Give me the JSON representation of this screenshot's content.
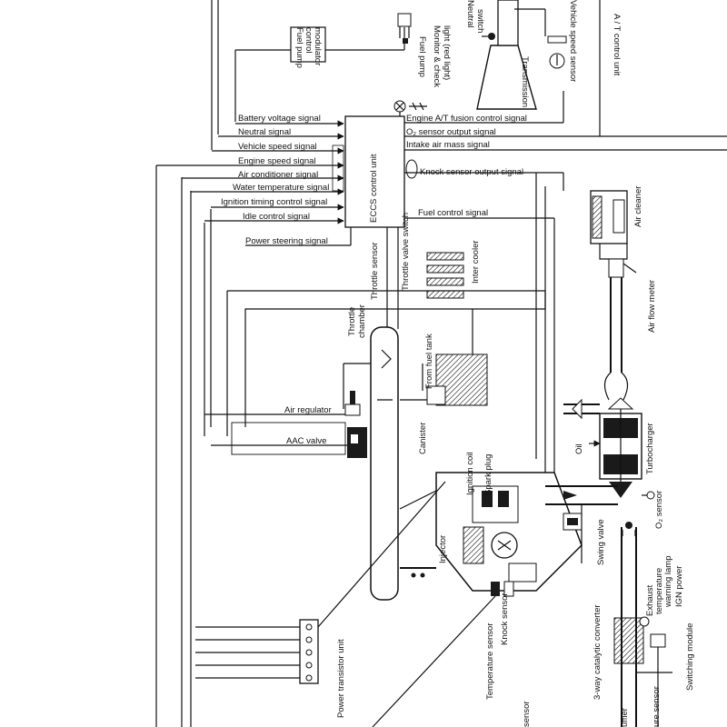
{
  "ecu": {
    "label": "ECCS control unit"
  },
  "inputs": {
    "battery_voltage": "Battery voltage signal",
    "neutral": "Neutral signal",
    "vehicle_speed": "Vehicle speed signal",
    "engine_speed": "Engine speed signal",
    "air_conditioner": "Air conditioner signal",
    "water_temperature": "Water temperature signal",
    "ignition_timing": "Ignition timing control signal",
    "idle_control": "Idle control signal",
    "power_steering": "Power steering signal"
  },
  "outputs": {
    "engine_at_fusion": "Engine A/T fusion control signal",
    "o2_sensor_output": "O₂ sensor output signal",
    "intake_air_mass": "Intake air mass signal",
    "knock_sensor_output": "Knock sensor output signal",
    "fuel_control": "Fuel control signal"
  },
  "components": {
    "fuel_pump_control_modulator": [
      "Fuel pump",
      "control",
      "modulator"
    ],
    "fuel_pump": "Fuel pump",
    "monitor_check_light": [
      "Monitor & check",
      "light (red light)"
    ],
    "neutral_switch": [
      "Neutral",
      "switch"
    ],
    "transmission": "Transmission",
    "vehicle_speed_sensor": "Vehicle speed sensor",
    "at_control_unit": "A / T control unit",
    "throttle_sensor": "Throttle sensor",
    "throttle_valve_switch": "Throttle valve switch",
    "inter_cooler": "Inter cooler",
    "air_cleaner": "Air cleaner",
    "air_flow_meter": "Air flow meter",
    "throttle_chamber": [
      "Throttle",
      "chamber"
    ],
    "from_fuel_tank": "From fuel tank",
    "air_regulator": "Air regulator",
    "aac_valve": "AAC valve",
    "canister": "Canister",
    "ignition_coil": "Ignition coil",
    "spark_plug": "Spark plug",
    "oil": "Oil",
    "turbocharger": "Turbocharger",
    "o2_sensor": "O₂ sensor",
    "injector": "Injector",
    "swing_valve": "Swing valve",
    "power_transistor_unit": "Power transistor unit",
    "temperature_sensor": "Temperature sensor",
    "knock_sensor": "Knock sensor",
    "catalytic_converter": "3-way catalytic converter",
    "exhaust_temp_warning_lamp": [
      "Exhaust",
      "temperature",
      "warning lamp"
    ],
    "ign_power": [
      "IGN power"
    ],
    "switching_module": "Switching module",
    "sensor_cut": "sensor",
    "ure_sensor_cut": "ure sensor",
    "muffler_cut": "uffler"
  },
  "colors": {
    "line": "#111111",
    "background": "#ffffff"
  }
}
